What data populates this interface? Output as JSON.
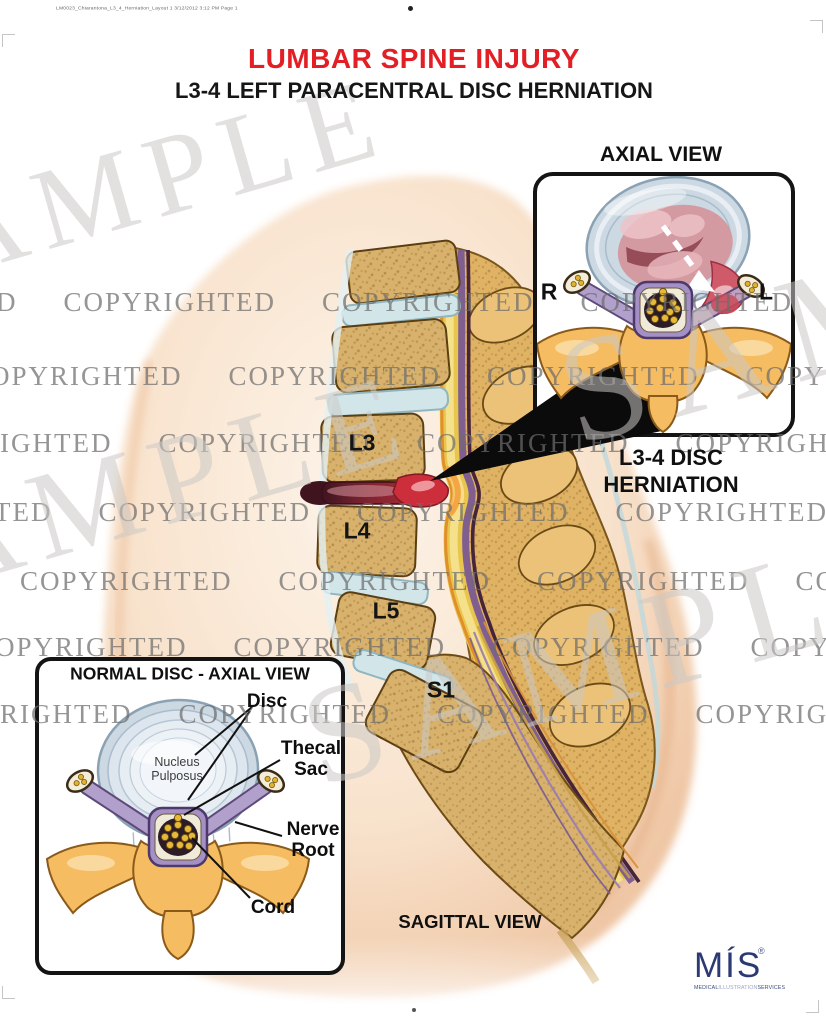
{
  "page": {
    "note": "LM0023_Chiarantona_L3_4_Herniation_Layout 1   3/12/2012  3:12 PM  Page 1",
    "title": "LUMBAR SPINE INJURY",
    "subtitle": "L3-4 LEFT PARACENTRAL DISC HERNIATION"
  },
  "colors": {
    "title_red": "#e31e24",
    "logo_navy": "#2c3a74",
    "watermark_gray": "#6c6c6c"
  },
  "watermark": {
    "word": "COPYRIGHTED",
    "sample": "SAMPLE"
  },
  "axial": {
    "heading": "AXIAL VIEW",
    "marker_right_side": "R",
    "marker_left_side": "L",
    "caption_line1": "L3-4 DISC",
    "caption_line2": "HERNIATION"
  },
  "sagittal": {
    "levels": [
      "L3",
      "L4",
      "L5",
      "S1"
    ],
    "caption": "SAGITTAL VIEW"
  },
  "normal_disc": {
    "heading": "NORMAL DISC - AXIAL VIEW",
    "nucleus_line1": "Nucleus",
    "nucleus_line2": "Pulposus",
    "label_disc": "Disc",
    "label_thecal_line1": "Thecal",
    "label_thecal_line2": "Sac",
    "label_nerve_line1": "Nerve",
    "label_nerve_line2": "Root",
    "label_cord": "Cord"
  },
  "logo": {
    "name": "MÍS",
    "mark": "®",
    "tagline_1": "MEDICAL",
    "tagline_2": "ILLUSTRATION",
    "tagline_3": "SERVICES"
  }
}
